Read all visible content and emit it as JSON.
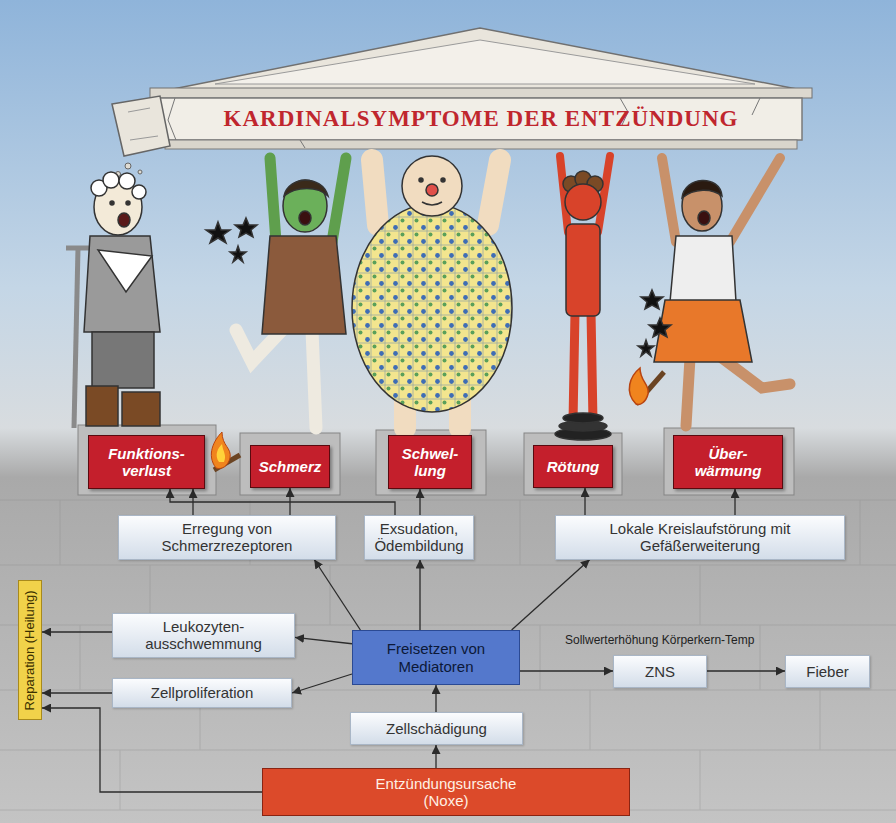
{
  "diagram": {
    "title": "KARDINALSYMPTOME DER ENTZÜNDUNG",
    "nodes": [
      {
        "text": [
          "Funktions- verlust"
        ]
      },
      {
        "text": [
          "Schmerz"
        ]
      },
      {
        "text": [
          "Schwel- lung"
        ]
      },
      {
        "text": [
          "Rötung"
        ]
      },
      {
        "text": [
          "Über- wärmung"
        ]
      },
      {
        "text": [
          "Erregung von Schmerzrezeptoren"
        ]
      },
      {
        "text": [
          "Exsudation, Ödembildung"
        ]
      },
      {
        "text": [
          "Lokale Kreislaufstörung mit Gefäßerweiterung"
        ]
      },
      {
        "text": [
          "Reparation (Heilung)"
        ]
      },
      {
        "text": [
          "Leukozyten- ausschwemmung"
        ]
      },
      {
        "text": [
          "Freisetzen von Mediatoren"
        ]
      },
      {
        "text": [
          "ZNS"
        ]
      },
      {
        "text": [
          "Fieber"
        ]
      },
      {
        "text": [
          "Zellproliferation"
        ]
      },
      {
        "text": [
          "Zellschädigung"
        ]
      },
      {
        "text": [
          "Entzündungsursache (Noxe)"
        ]
      }
    ],
    "edges": [
      {
        "from": 5,
        "to": 0,
        "arrow": "to"
      },
      {
        "from": 5,
        "to": 1,
        "arrow": "to"
      },
      {
        "from": 6,
        "to": 0,
        "arrow": "to"
      },
      {
        "from": 6,
        "to": 2,
        "arrow": "to"
      },
      {
        "from": 7,
        "to": 3,
        "arrow": "to"
      },
      {
        "from": 7,
        "to": 4,
        "arrow": "to"
      },
      {
        "from": 10,
        "to": 5,
        "arrow": "to"
      },
      {
        "from": 10,
        "to": 6,
        "arrow": "to"
      },
      {
        "from": 10,
        "to": 7,
        "arrow": "to"
      },
      {
        "from": 10,
        "to": 9,
        "arrow": "to"
      },
      {
        "from": 10,
        "to": 13,
        "arrow": "to"
      },
      {
        "from": 10,
        "to": 11,
        "arrow": "to"
      },
      {
        "from": 11,
        "to": 12,
        "arrow": "to"
      },
      {
        "from": 14,
        "to": 10,
        "arrow": "to"
      },
      {
        "from": 15,
        "to": 14,
        "arrow": "to"
      },
      {
        "from": 9,
        "to": 8,
        "arrow": "to"
      },
      {
        "from": 13,
        "to": 8,
        "arrow": "to"
      },
      {
        "from": 15,
        "to": 8,
        "arrow": "to"
      }
    ],
    "labels": [
      "Sollwerterhöhung Körperkern-Temp"
    ]
  }
}
